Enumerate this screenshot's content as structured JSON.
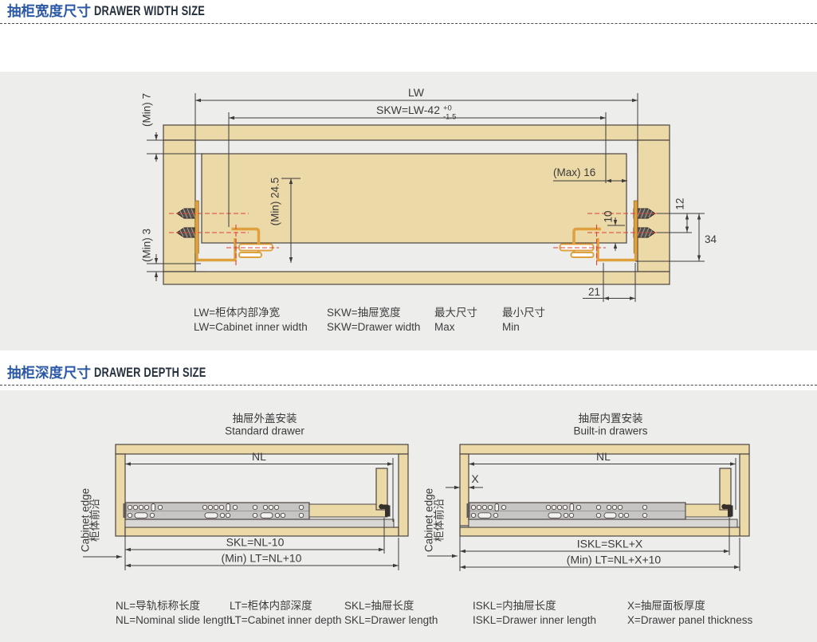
{
  "colors": {
    "panel_bg": "#edeeec",
    "wood": "#ecd9a8",
    "outline": "#4b4440",
    "dim_line": "#3c3c3c",
    "bracket_orange": "#dfa13e",
    "marker_red": "#e04038",
    "header_blue": "#2b59a5",
    "header_dark": "#24303e",
    "rail_gray": "#c7c5c3"
  },
  "section1": {
    "title_zh": "抽柜宽度尺寸",
    "title_en": "DRAWER WIDTH SIZE",
    "dims": {
      "lw": "LW",
      "skw_base": "SKW=LW-42",
      "skw_sup": "+0",
      "skw_sub": "-1.5",
      "min7": "(Min) 7",
      "min3": "(Min) 3",
      "min245": "(Min) 24.5",
      "max16": "(Max) 16",
      "d10": "10",
      "d12": "12",
      "d34": "34",
      "d21": "21"
    },
    "legend": [
      {
        "zh": "LW=柜体内部净宽",
        "en": "LW=Cabinet inner width"
      },
      {
        "zh": "SKW=抽屉宽度",
        "en": "SKW=Drawer width"
      },
      {
        "zh": "最大尺寸",
        "en": "Max"
      },
      {
        "zh": "最小尺寸",
        "en": "Min"
      }
    ]
  },
  "section2": {
    "title_zh": "抽柜深度尺寸",
    "title_en": "DRAWER DEPTH SIZE",
    "standard": {
      "title_zh": "抽屉外盖安装",
      "title_en": "Standard drawer",
      "nl": "NL",
      "skl": "SKL=NL-10",
      "lt": "(Min) LT=NL+10",
      "edge_zh": "柜体前沿",
      "edge_en": "Cabinet edge"
    },
    "builtin": {
      "title_zh": "抽屉内置安装",
      "title_en": "Built-in drawers",
      "nl": "NL",
      "x": "X",
      "iskl": "ISKL=SKL+X",
      "lt": "(Min) LT=NL+X+10",
      "edge_zh": "柜体前沿",
      "edge_en": "Cabinet edge"
    },
    "legend": [
      {
        "zh": "NL=导轨标称长度",
        "en": "NL=Nominal slide length"
      },
      {
        "zh": "LT=柜体内部深度",
        "en": "LT=Cabinet inner depth"
      },
      {
        "zh": "SKL=抽屉长度",
        "en": "SKL=Drawer length"
      },
      {
        "zh": "ISKL=内抽屉长度",
        "en": "ISKL=Drawer inner length"
      },
      {
        "zh": "X=抽屉面板厚度",
        "en": "X=Drawer panel thickness"
      }
    ]
  }
}
